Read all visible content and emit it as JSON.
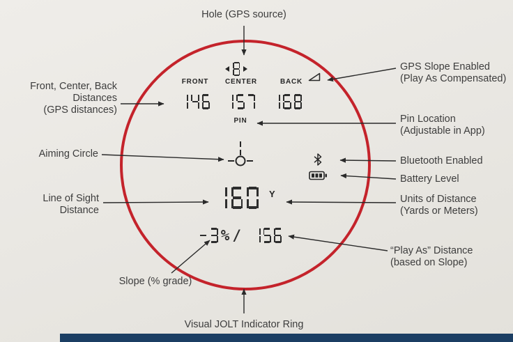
{
  "colors": {
    "background": "#e9e7e2",
    "jolt_ring_red": "#c4232b",
    "label_text": "#3d3d3d",
    "lcd_segments": "#2e2e2e",
    "footer_bar_blue": "#1b3e63"
  },
  "display": {
    "hole_number": "8",
    "front_label": "FRONT",
    "center_label": "CENTER",
    "back_label": "BACK",
    "front_distance": "146",
    "center_distance": "157",
    "back_distance": "168",
    "pin_label": "PIN",
    "line_of_sight_distance": "160",
    "units": "Y",
    "slope_and_play_as": "-3%/ 156"
  },
  "callouts": {
    "hole": "Hole (GPS source)",
    "gps_slope": [
      "GPS Slope Enabled",
      "(Play As Compensated)"
    ],
    "front_center_back": [
      "Front, Center, Back",
      "Distances",
      "(GPS distances)"
    ],
    "pin_location": [
      "Pin Location",
      "(Adjustable in App)"
    ],
    "aiming_circle": "Aiming Circle",
    "bluetooth": "Bluetooth Enabled",
    "battery": "Battery Level",
    "line_of_sight": [
      "Line of Sight",
      "Distance"
    ],
    "units_of_distance": [
      "Units of Distance",
      "(Yards or Meters)"
    ],
    "play_as": [
      "“Play As” Distance",
      "(based on Slope)"
    ],
    "slope": "Slope (% grade)",
    "jolt_ring": "Visual JOLT Indicator Ring"
  },
  "icons": {
    "slope_triangle": "slope-angle-icon",
    "bluetooth": "bluetooth-icon",
    "battery": "battery-icon",
    "aiming_reticle": "aiming-reticle-icon",
    "hole_left_arrow": "left-triangle-icon",
    "hole_right_arrow": "right-triangle-icon"
  }
}
